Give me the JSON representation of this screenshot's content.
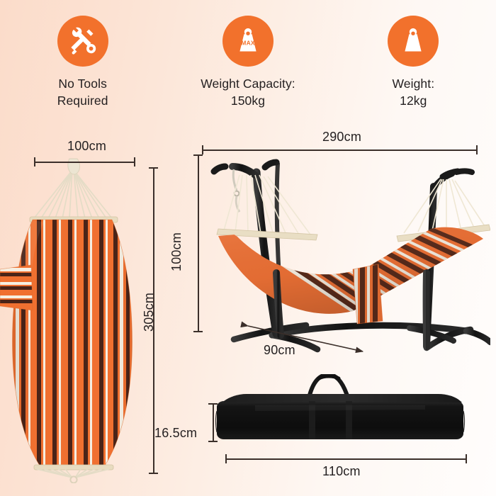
{
  "features": [
    {
      "icon": "tools-icon",
      "label": "No Tools\nRequired"
    },
    {
      "icon": "max-weight-icon",
      "label": "Weight Capacity:\n150kg"
    },
    {
      "icon": "weight-icon",
      "label": "Weight:\n12kg"
    }
  ],
  "dimensions": {
    "hammock_width": "100cm",
    "hammock_length": "305cm",
    "stand_height": "100cm",
    "stand_length": "290cm",
    "stand_base_width": "90cm",
    "bag_height": "16.5cm",
    "bag_length": "110cm"
  },
  "colors": {
    "accent": "#f2712c",
    "background_start": "#fbdcca",
    "background_end": "#fffdfc",
    "line": "#3b2f2a",
    "fabric_orange": "#f07030",
    "fabric_dark": "#4a2418",
    "fabric_cream": "#f6efe2",
    "steel_black": "#1c1c1c",
    "bag_black": "#111111"
  }
}
